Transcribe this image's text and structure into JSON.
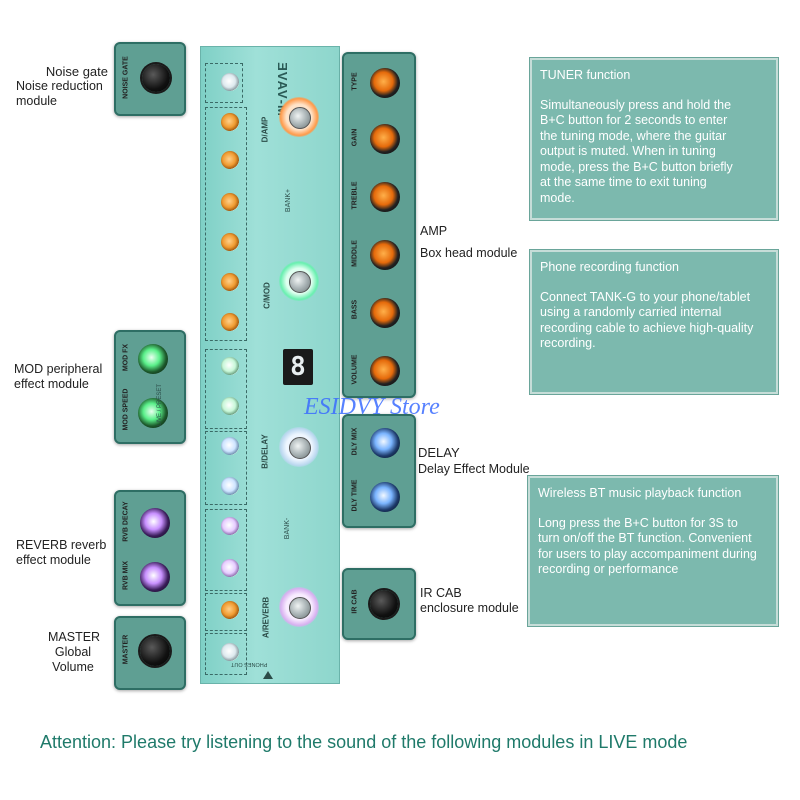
{
  "watermark": "ESIDVY Store",
  "left_labels": {
    "noise_gate": [
      "Noise gate",
      "Noise reduction",
      "module"
    ],
    "mod": [
      "MOD peripheral",
      "effect module"
    ],
    "reverb": [
      "REVERB reverb",
      "effect module"
    ],
    "master": [
      "MASTER",
      "Global",
      "Volume"
    ]
  },
  "right_labels": {
    "amp": [
      "AMP",
      "Box head module"
    ],
    "delay": [
      "DELAY",
      "Delay Effect Module"
    ],
    "ircab": [
      "IR CAB",
      "enclosure module"
    ]
  },
  "knob_boxes": {
    "noise_gate": [
      "NOISE GATE"
    ],
    "mod": [
      "MOD FX",
      "MOD SPEED"
    ],
    "reverb": [
      "RVB DECAY",
      "RVB MIX"
    ],
    "master": [
      "MASTER"
    ],
    "amp": [
      "TYPE",
      "GAIN",
      "TREBLE",
      "MIDDLE",
      "BASS",
      "VOLUME"
    ],
    "delay": [
      "DLY MIX",
      "DLY TIME"
    ],
    "ircab": [
      "IR CAB"
    ]
  },
  "pedal": {
    "brand": "M-VAVE",
    "footswitches": [
      "D/AMP",
      "C/MOD",
      "B/DELAY",
      "A/REVERB"
    ],
    "bank_up": "BANK+",
    "bank_down": "BANK-",
    "display_digit": "8",
    "live_preset": "LIVE / PRESET",
    "phones_out": "PHONES OUT"
  },
  "info_boxes": {
    "tuner": {
      "title": "TUNER function",
      "lines": [
        "Simultaneously press and hold the",
        "B+C button for 2 seconds to enter",
        " the tuning mode, where the guitar",
        " output is muted. When in tuning",
        "mode, press the B+C button briefly",
        " at the same time to exit tuning",
        "mode."
      ]
    },
    "phone": {
      "title": "Phone recording function",
      "lines": [
        "Connect TANK-G to your phone/tablet",
        " using a randomly carried internal",
        "recording cable to achieve high-quality",
        "recording."
      ]
    },
    "bt": {
      "title": "Wireless BT music playback function",
      "lines": [
        "Long press the B+C button for 3S to",
        "turn on/off the BT function. Convenient",
        "for users to play accompaniment during",
        "recording or performance"
      ]
    }
  },
  "attention": "Attention: Please try listening to the sound of the following modules in LIVE mode",
  "colors": {
    "attention": "#1f7a6a",
    "box": "#5f9f93",
    "info": "#7cb9ae"
  }
}
